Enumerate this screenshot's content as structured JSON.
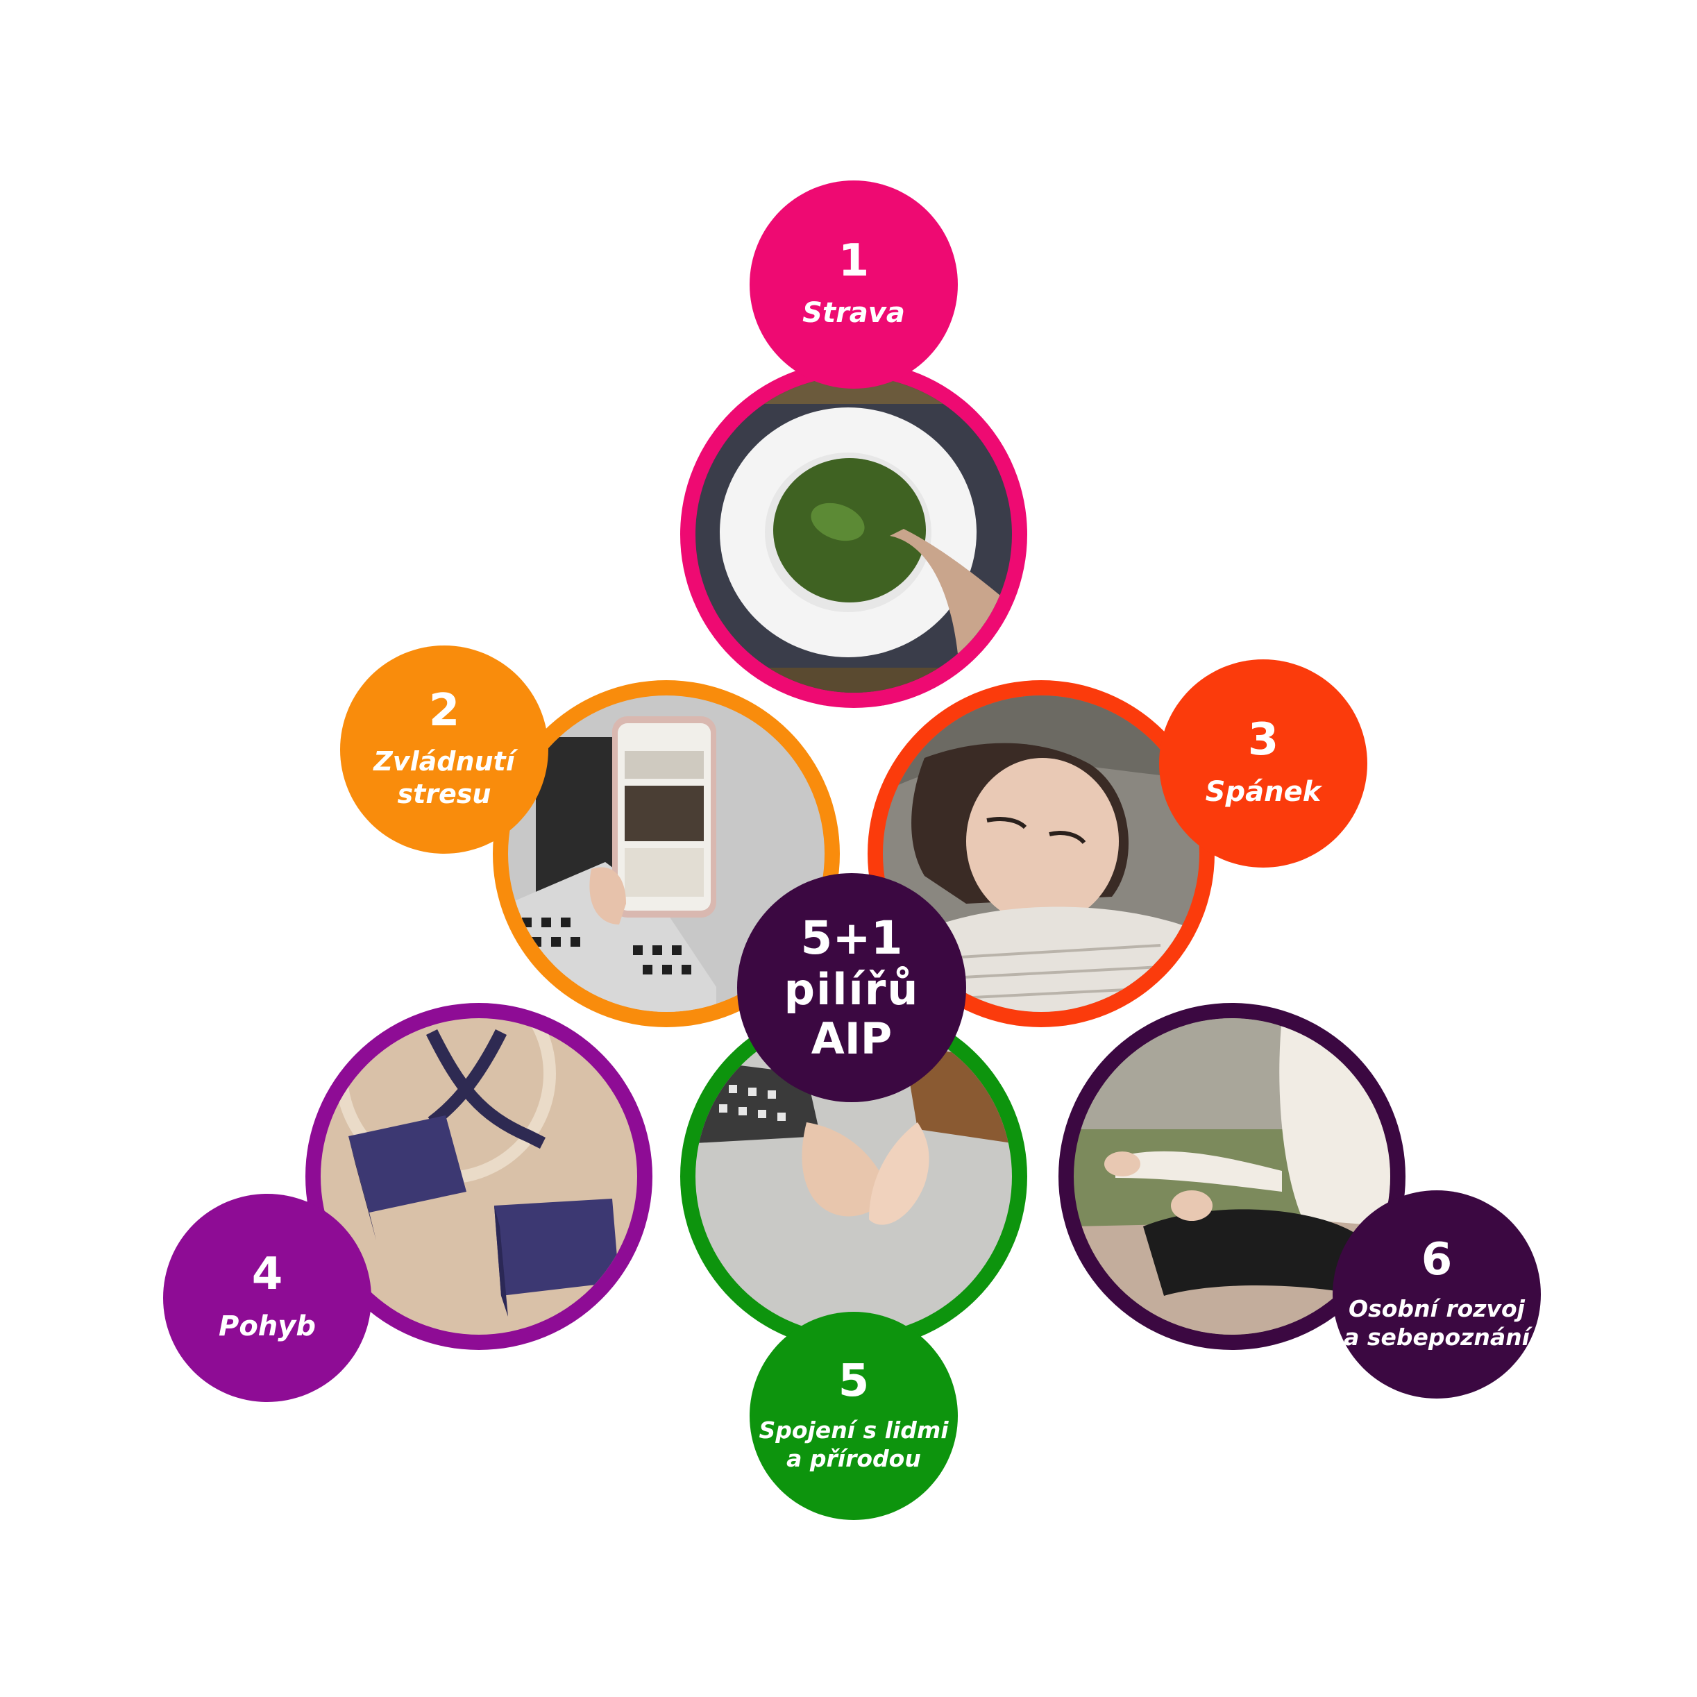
{
  "colors": {
    "strava": "#ee0a72",
    "stres": "#f98c0c",
    "spanek": "#fb3b0c",
    "pohyb": "#8e0c95",
    "spojeni": "#0d940d",
    "rozvoj": "#3b0841",
    "center": "#3b0841"
  },
  "center": {
    "line1": "5+1",
    "line2": "pilířů",
    "line3": "AIP"
  },
  "pillars": [
    {
      "number": "1",
      "name": "Strava",
      "image": "green-soup-bowl"
    },
    {
      "number": "2",
      "name_line1": "Zvládnutí",
      "name_line2": "stresu",
      "image": "phone-stoicism-article"
    },
    {
      "number": "3",
      "name": "Spánek",
      "image": "sleeping-woman"
    },
    {
      "number": "4",
      "name": "Pohyb",
      "image": "yoga-blocks-strap"
    },
    {
      "number": "5",
      "name_line1": "Spojení s lidmi",
      "name_line2": "a přírodou",
      "image": "holding-hands"
    },
    {
      "number": "6",
      "name_line1": "Osobní rozvoj",
      "name_line2": "a sebepoznání",
      "image": "meditation-pose"
    }
  ]
}
